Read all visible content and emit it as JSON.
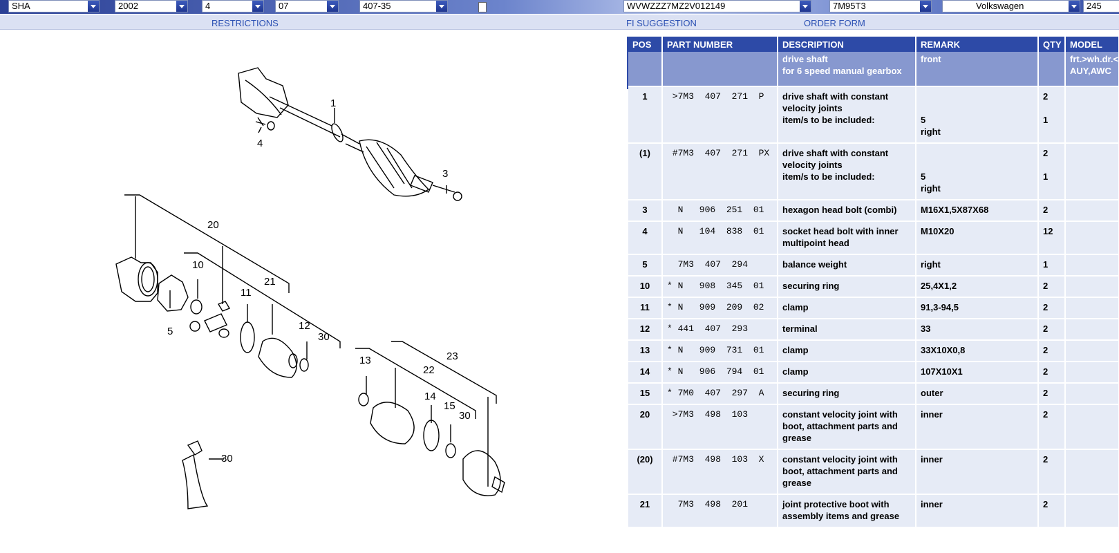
{
  "toolbar": {
    "fields": [
      {
        "value": "SHA"
      },
      {
        "value": "2002"
      },
      {
        "value": "4"
      },
      {
        "value": "07"
      },
      {
        "value": "407-35"
      },
      {
        "value": "WVWZZZ7MZ2V012149"
      },
      {
        "value": "7M95T3"
      },
      {
        "value": "Volkswagen"
      },
      {
        "value": "245"
      }
    ]
  },
  "links": {
    "restrictions": "RESTRICTIONS",
    "fi_suggestion": "FI SUGGESTION",
    "order_form": "ORDER FORM"
  },
  "diagram": {
    "labels": [
      "1",
      "4",
      "3",
      "20",
      "10",
      "21",
      "11",
      "12",
      "30",
      "5",
      "13",
      "22",
      "23",
      "14",
      "15",
      "30",
      "30"
    ]
  },
  "table": {
    "columns": [
      "POS",
      "PART NUMBER",
      "DESCRIPTION",
      "REMARK",
      "QTY",
      "MODEL"
    ],
    "header_row": {
      "description": [
        "drive shaft",
        "for 6 speed manual gearbox"
      ],
      "remark": [
        "front"
      ],
      "model": [
        "frt.>wh.dr.<",
        "AUY,AWC"
      ]
    },
    "rows": [
      {
        "pos": "1",
        "pn": " >7M3  407  271  P",
        "desc": [
          "drive shaft with constant",
          "velocity joints",
          "item/s to be included:"
        ],
        "remark": [
          "",
          "",
          "5",
          "right"
        ],
        "qty": [
          "2",
          "",
          "1"
        ]
      },
      {
        "pos": "(1)",
        "pn": " #7M3  407  271  PX",
        "desc": [
          "drive shaft with constant",
          "velocity joints",
          "item/s to be included:"
        ],
        "remark": [
          "",
          "",
          "5",
          "right"
        ],
        "qty": [
          "2",
          "",
          "1"
        ]
      },
      {
        "pos": "3",
        "pn": "  N   906  251  01",
        "desc": [
          "hexagon head bolt (combi)"
        ],
        "remark": [
          "M16X1,5X87X68"
        ],
        "qty": [
          "2"
        ]
      },
      {
        "pos": "4",
        "pn": "  N   104  838  01",
        "desc": [
          "socket head bolt with inner",
          "multipoint head"
        ],
        "remark": [
          "M10X20"
        ],
        "qty": [
          "12"
        ]
      },
      {
        "pos": "5",
        "pn": "  7M3  407  294",
        "desc": [
          "balance weight"
        ],
        "remark": [
          "right"
        ],
        "qty": [
          "1"
        ]
      },
      {
        "pos": "10",
        "pn": "* N   908  345  01",
        "desc": [
          "securing ring"
        ],
        "remark": [
          "25,4X1,2"
        ],
        "qty": [
          "2"
        ]
      },
      {
        "pos": "11",
        "pn": "* N   909  209  02",
        "desc": [
          "clamp"
        ],
        "remark": [
          "91,3-94,5"
        ],
        "qty": [
          "2"
        ]
      },
      {
        "pos": "12",
        "pn": "* 441  407  293",
        "desc": [
          "terminal"
        ],
        "remark": [
          "33"
        ],
        "qty": [
          "2"
        ]
      },
      {
        "pos": "13",
        "pn": "* N   909  731  01",
        "desc": [
          "clamp"
        ],
        "remark": [
          "33X10X0,8"
        ],
        "qty": [
          "2"
        ]
      },
      {
        "pos": "14",
        "pn": "* N   906  794  01",
        "desc": [
          "clamp"
        ],
        "remark": [
          "107X10X1"
        ],
        "qty": [
          "2"
        ]
      },
      {
        "pos": "15",
        "pn": "* 7M0  407  297  A",
        "desc": [
          "securing ring"
        ],
        "remark": [
          "outer"
        ],
        "qty": [
          "2"
        ]
      },
      {
        "pos": "20",
        "pn": " >7M3  498  103",
        "desc": [
          "constant velocity joint with",
          "boot, attachment parts and",
          "grease"
        ],
        "remark": [
          "inner"
        ],
        "qty": [
          "2"
        ]
      },
      {
        "pos": "(20)",
        "pn": " #7M3  498  103  X",
        "desc": [
          "constant velocity joint with",
          "boot, attachment parts and",
          "grease"
        ],
        "remark": [
          "inner"
        ],
        "qty": [
          "2"
        ]
      },
      {
        "pos": "21",
        "pn": "  7M3  498  201",
        "desc": [
          "joint protective boot with",
          "assembly items and grease"
        ],
        "remark": [
          "inner"
        ],
        "qty": [
          "2"
        ]
      }
    ]
  }
}
